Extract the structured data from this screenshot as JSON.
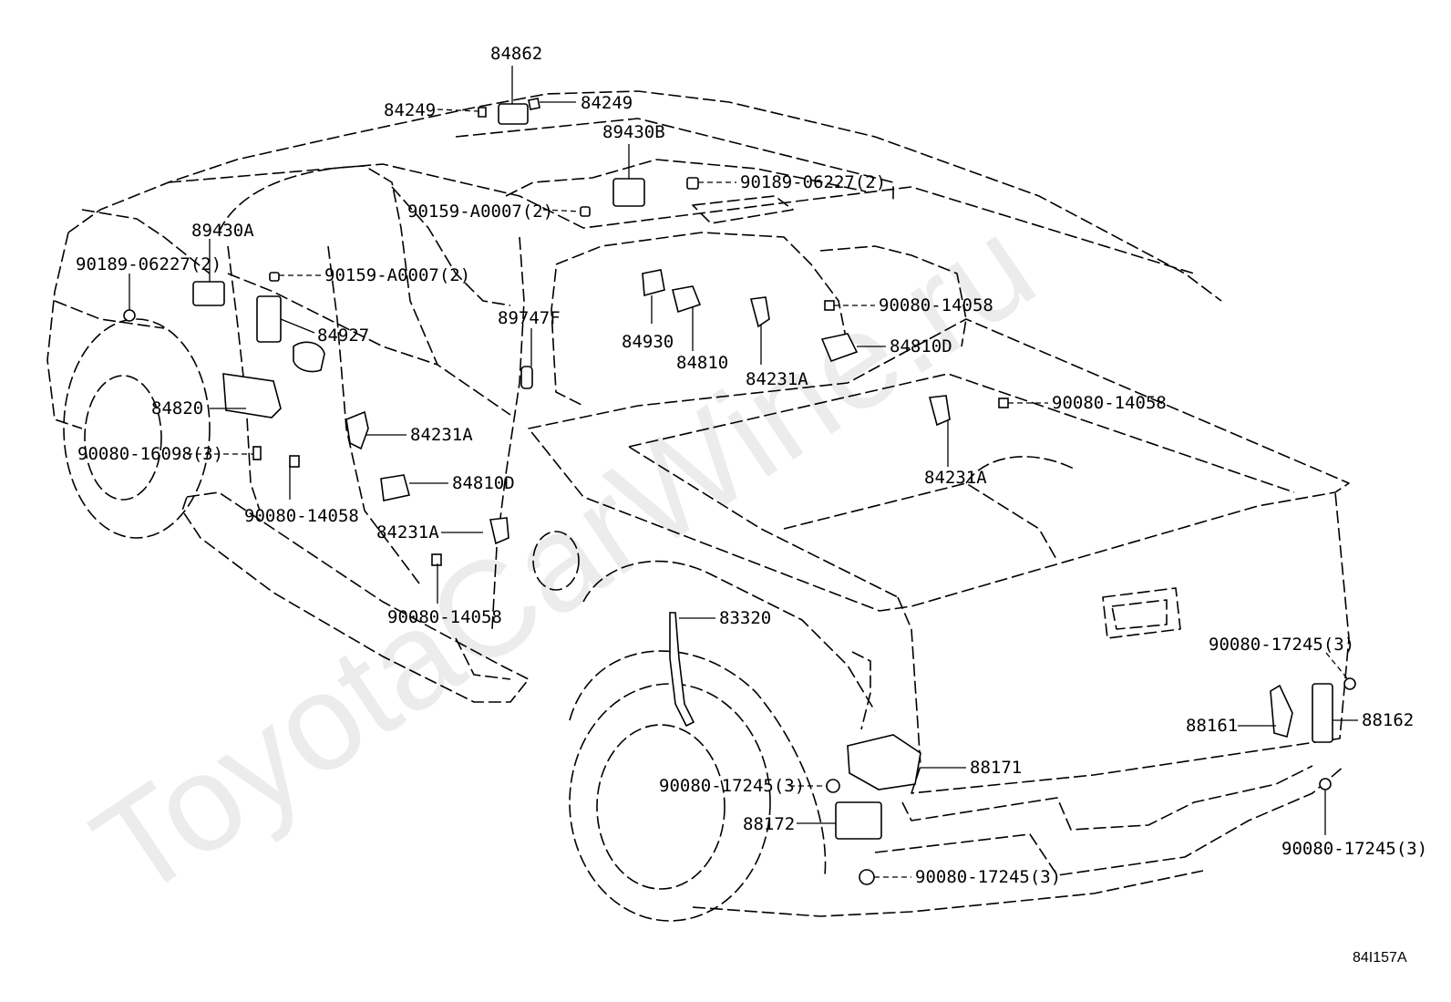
{
  "diagram": {
    "watermark": "ToyotaCarWine.ru",
    "figure_code": "84I157A",
    "labels": [
      "84862",
      "84249",
      "84249",
      "89430B",
      "90189-06227(2)",
      "90159-A0007(2)",
      "89430A",
      "90189-06227(2)",
      "90159-A0007(2)",
      "84927",
      "89747F",
      "84930",
      "84810",
      "90080-14058",
      "84810D",
      "84231A",
      "84820",
      "90080-14058",
      "90080-16098(3)",
      "84231A",
      "84810D",
      "90080-14058",
      "84231A",
      "84231A",
      "90080-14058",
      "83320",
      "90080-17245(3)",
      "88162",
      "88161",
      "88171",
      "90080-17245(3)",
      "88172",
      "90080-17245(3)",
      "90080-17245(3)"
    ]
  }
}
